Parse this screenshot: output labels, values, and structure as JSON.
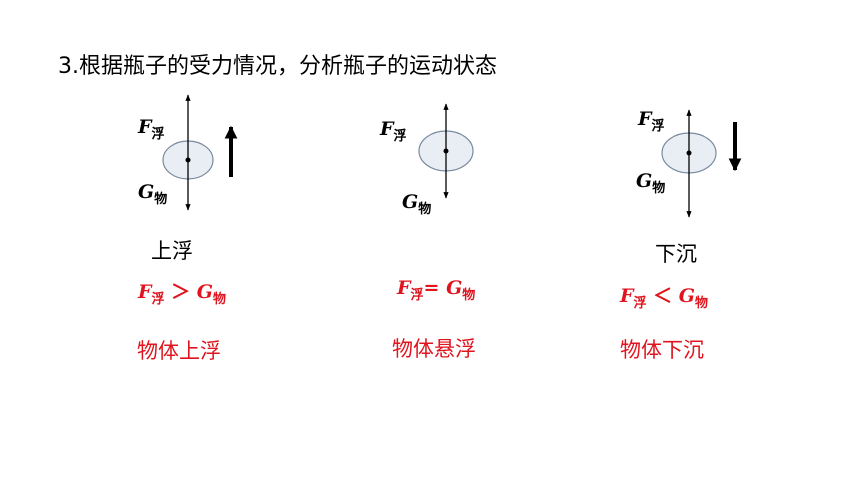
{
  "title": "3.根据瓶子的受力情况，分析瓶子的运动状态",
  "colors": {
    "red": "#e0141e",
    "ellipse_fill": "#e9eef4",
    "ellipse_stroke": "#7a8aa0"
  },
  "columns": [
    {
      "f_symbol": "F",
      "f_sub": "浮",
      "g_symbol": "G",
      "g_sub": "物",
      "motion_icon": "up-arrow-icon",
      "state": "上浮",
      "relation_op": "＞",
      "conclusion": "物体上浮"
    },
    {
      "f_symbol": "F",
      "f_sub": "浮",
      "g_symbol": "G",
      "g_sub": "物",
      "motion_icon": "none",
      "state": "",
      "relation_op": "=",
      "conclusion": "物体悬浮"
    },
    {
      "f_symbol": "F",
      "f_sub": "浮",
      "g_symbol": "G",
      "g_sub": "物",
      "motion_icon": "down-arrow-icon",
      "state": "下沉",
      "relation_op": "＜",
      "conclusion": "物体下沉"
    }
  ]
}
